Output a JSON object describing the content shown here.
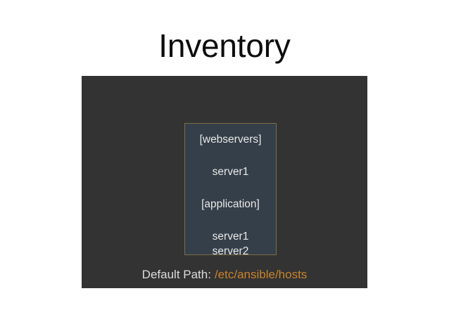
{
  "slide": {
    "title": "Inventory",
    "colors": {
      "background": "#ffffff",
      "panel": "#333333",
      "code_box_background": "#353f49",
      "code_box_border": "#7a6f46",
      "code_text": "#e8e8e8",
      "title_text": "#0d0d0d",
      "caption_label": "#dcdcdc",
      "caption_path_accent": "#c8832c"
    }
  },
  "inventory": {
    "lines": [
      {
        "text": "[webservers]",
        "kind": "group-header"
      },
      {
        "text": "server1",
        "kind": "host"
      },
      {
        "text": "[application]",
        "kind": "group-header"
      },
      {
        "text": "server1",
        "kind": "host"
      },
      {
        "text": "server2",
        "kind": "host"
      }
    ]
  },
  "caption": {
    "label": "Default Path:",
    "path": "/etc/ansible/hosts"
  }
}
